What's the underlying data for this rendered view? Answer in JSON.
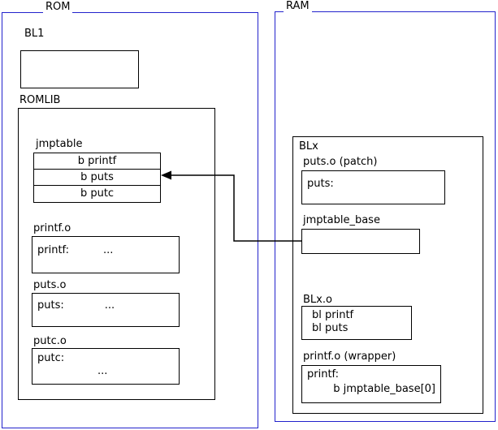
{
  "rom": {
    "label": "ROM",
    "bl1": {
      "label": "BL1"
    },
    "romlib": {
      "label": "ROMLIB",
      "jmptable": {
        "label": "jmptable",
        "rows": [
          "b printf",
          "b puts",
          "b putc"
        ]
      },
      "objects": [
        {
          "label": "printf.o",
          "symbol": "printf:",
          "body": "..."
        },
        {
          "label": "puts.o",
          "symbol": "puts:",
          "body": "..."
        },
        {
          "label": "putc.o",
          "symbol": "putc:",
          "body": "..."
        }
      ]
    }
  },
  "ram": {
    "label": "RAM",
    "blx": {
      "label": "BLx",
      "puts_patch": {
        "label": "puts.o (patch)",
        "symbol": "puts:"
      },
      "jmptable_base": {
        "label": "jmptable_base"
      },
      "blx_o": {
        "label": "BLx.o",
        "lines": [
          "bl printf",
          "bl puts"
        ]
      },
      "printf_wrapper": {
        "label": "printf.o (wrapper)",
        "symbol": "printf:",
        "body": "b jmptable_base[0]"
      }
    }
  },
  "arrow": {
    "from": "jmptable_base",
    "to": "jmptable b puts"
  },
  "colors": {
    "container_border": "#2222cc",
    "box_border": "#000000",
    "background": "#ffffff",
    "text": "#000000"
  }
}
